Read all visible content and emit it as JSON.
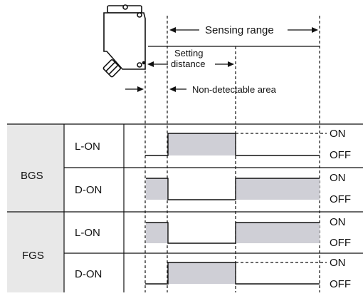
{
  "annotations": {
    "sensing_range": "Sensing range",
    "setting_distance_line1": "Setting",
    "setting_distance_line2": "distance",
    "non_detectable_area": "Non-detectable area"
  },
  "groups": [
    {
      "name": "BGS",
      "rows": [
        {
          "mode": "L-ON",
          "on": "ON",
          "off": "OFF"
        },
        {
          "mode": "D-ON",
          "on": "ON",
          "off": "OFF"
        }
      ]
    },
    {
      "name": "FGS",
      "rows": [
        {
          "mode": "L-ON",
          "on": "ON",
          "off": "OFF"
        },
        {
          "mode": "D-ON",
          "on": "ON",
          "off": "OFF"
        }
      ]
    }
  ],
  "colors": {
    "group_label_bg": "#e8e8e8",
    "pulse_fill": "#cfcfd6",
    "line": "#111111"
  }
}
